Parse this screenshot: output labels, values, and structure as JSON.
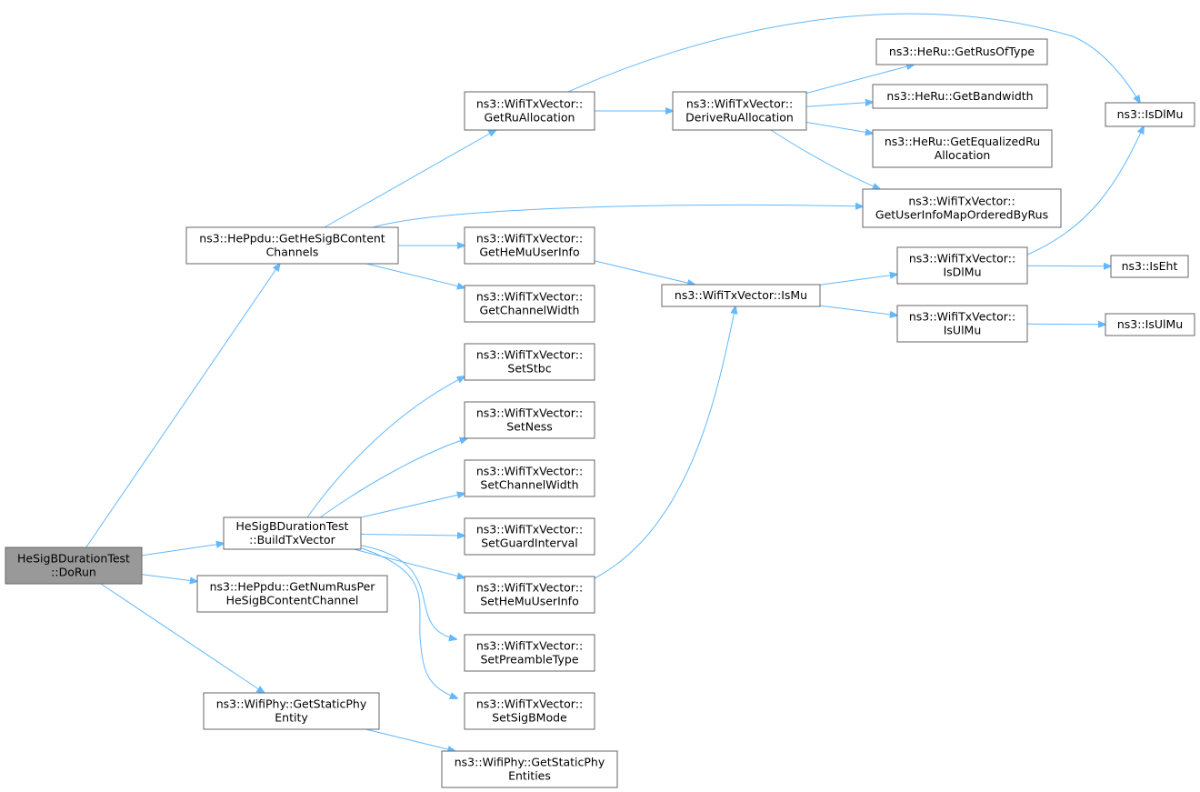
{
  "graph": {
    "nodes": [
      {
        "id": "dorun",
        "lines": [
          "HeSigBDurationTest",
          "::DoRun"
        ],
        "root": true
      },
      {
        "id": "getHeSigBContentChannels",
        "lines": [
          "ns3::HePpdu::GetHeSigBContent",
          "Channels"
        ]
      },
      {
        "id": "buildTxVector",
        "lines": [
          "HeSigBDurationTest",
          "::BuildTxVector"
        ]
      },
      {
        "id": "getNumRusPer",
        "lines": [
          "ns3::HePpdu::GetNumRusPer",
          "HeSigBContentChannel"
        ]
      },
      {
        "id": "getStaticPhyEntity",
        "lines": [
          "ns3::WifiPhy::GetStaticPhy",
          "Entity"
        ]
      },
      {
        "id": "getRuAllocation",
        "lines": [
          "ns3::WifiTxVector::",
          "GetRuAllocation"
        ]
      },
      {
        "id": "getHeMuUserInfo",
        "lines": [
          "ns3::WifiTxVector::",
          "GetHeMuUserInfo"
        ]
      },
      {
        "id": "getChannelWidth",
        "lines": [
          "ns3::WifiTxVector::",
          "GetChannelWidth"
        ]
      },
      {
        "id": "setStbc",
        "lines": [
          "ns3::WifiTxVector::",
          "SetStbc"
        ]
      },
      {
        "id": "setNess",
        "lines": [
          "ns3::WifiTxVector::",
          "SetNess"
        ]
      },
      {
        "id": "setChannelWidth",
        "lines": [
          "ns3::WifiTxVector::",
          "SetChannelWidth"
        ]
      },
      {
        "id": "setGuardInterval",
        "lines": [
          "ns3::WifiTxVector::",
          "SetGuardInterval"
        ]
      },
      {
        "id": "setHeMuUserInfo",
        "lines": [
          "ns3::WifiTxVector::",
          "SetHeMuUserInfo"
        ]
      },
      {
        "id": "setPreambleType",
        "lines": [
          "ns3::WifiTxVector::",
          "SetPreambleType"
        ]
      },
      {
        "id": "setSigBMode",
        "lines": [
          "ns3::WifiTxVector::",
          "SetSigBMode"
        ]
      },
      {
        "id": "getStaticPhyEntities",
        "lines": [
          "ns3::WifiPhy::GetStaticPhy",
          "Entities"
        ]
      },
      {
        "id": "deriveRuAllocation",
        "lines": [
          "ns3::WifiTxVector::",
          "DeriveRuAllocation"
        ]
      },
      {
        "id": "isMu",
        "lines": [
          "ns3::WifiTxVector::IsMu"
        ]
      },
      {
        "id": "getRusOfType",
        "lines": [
          "ns3::HeRu::GetRusOfType"
        ]
      },
      {
        "id": "getBandwidth",
        "lines": [
          "ns3::HeRu::GetBandwidth"
        ]
      },
      {
        "id": "getEqualizedRuAllocation",
        "lines": [
          "ns3::HeRu::GetEqualizedRu",
          "Allocation"
        ]
      },
      {
        "id": "getUserInfoMapOrderedByRus",
        "lines": [
          "ns3::WifiTxVector::",
          "GetUserInfoMapOrderedByRus"
        ]
      },
      {
        "id": "isDlMuVec",
        "lines": [
          "ns3::WifiTxVector::",
          "IsDlMu"
        ]
      },
      {
        "id": "isUlMuVec",
        "lines": [
          "ns3::WifiTxVector::",
          "IsUlMu"
        ]
      },
      {
        "id": "isDlMu",
        "lines": [
          "ns3::IsDlMu"
        ]
      },
      {
        "id": "isEht",
        "lines": [
          "ns3::IsEht"
        ]
      },
      {
        "id": "isUlMu",
        "lines": [
          "ns3::IsUlMu"
        ]
      }
    ],
    "edges": [
      [
        "dorun",
        "getHeSigBContentChannels"
      ],
      [
        "dorun",
        "buildTxVector"
      ],
      [
        "dorun",
        "getNumRusPer"
      ],
      [
        "dorun",
        "getStaticPhyEntity"
      ],
      [
        "getHeSigBContentChannels",
        "getRuAllocation"
      ],
      [
        "getHeSigBContentChannels",
        "getUserInfoMapOrderedByRus"
      ],
      [
        "getHeSigBContentChannels",
        "getHeMuUserInfo"
      ],
      [
        "getHeSigBContentChannels",
        "getChannelWidth"
      ],
      [
        "getRuAllocation",
        "deriveRuAllocation"
      ],
      [
        "getRuAllocation",
        "isDlMu"
      ],
      [
        "deriveRuAllocation",
        "getRusOfType"
      ],
      [
        "deriveRuAllocation",
        "getBandwidth"
      ],
      [
        "deriveRuAllocation",
        "getEqualizedRuAllocation"
      ],
      [
        "deriveRuAllocation",
        "getUserInfoMapOrderedByRus"
      ],
      [
        "getHeMuUserInfo",
        "isMu"
      ],
      [
        "isMu",
        "isDlMuVec"
      ],
      [
        "isMu",
        "isUlMuVec"
      ],
      [
        "isDlMuVec",
        "isDlMu"
      ],
      [
        "isDlMuVec",
        "isEht"
      ],
      [
        "isUlMuVec",
        "isUlMu"
      ],
      [
        "buildTxVector",
        "setStbc"
      ],
      [
        "buildTxVector",
        "setNess"
      ],
      [
        "buildTxVector",
        "setChannelWidth"
      ],
      [
        "buildTxVector",
        "setGuardInterval"
      ],
      [
        "buildTxVector",
        "setHeMuUserInfo"
      ],
      [
        "buildTxVector",
        "setPreambleType"
      ],
      [
        "buildTxVector",
        "setSigBMode"
      ],
      [
        "setHeMuUserInfo",
        "isMu"
      ],
      [
        "getStaticPhyEntity",
        "getStaticPhyEntities"
      ]
    ],
    "colors": {
      "edge": "#63b8ff",
      "node_border": "#666666",
      "root_fill": "#999999",
      "node_fill": "#ffffff",
      "text": "#000000"
    }
  }
}
